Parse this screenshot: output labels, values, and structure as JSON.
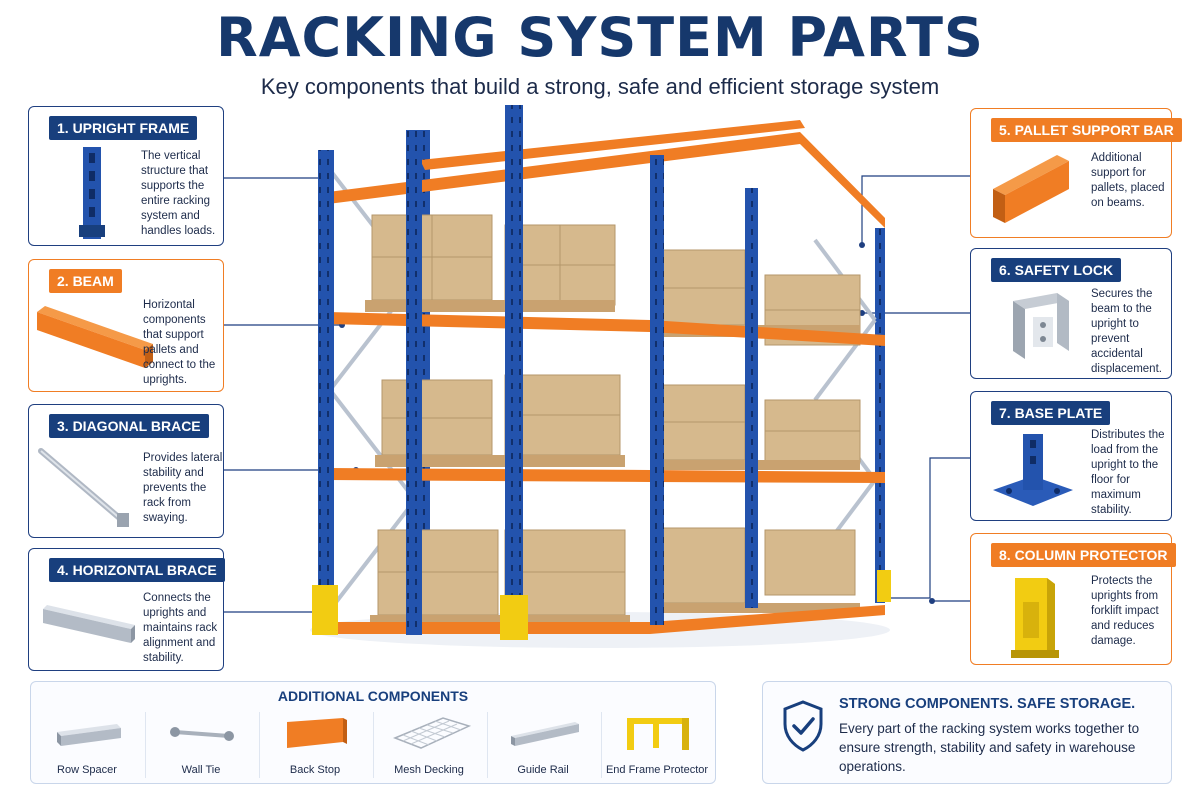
{
  "header": {
    "title": "RACKING SYSTEM PARTS",
    "subtitle": "Key components that build a strong, safe and efficient storage system"
  },
  "parts": [
    {
      "label": "1. UPRIGHT FRAME",
      "desc": "The vertical structure that supports the entire racking system and handles loads.",
      "icon": "upright-frame-icon"
    },
    {
      "label": "2. BEAM",
      "desc": "Horizontal components that support pallets and connect to the uprights.",
      "icon": "beam-icon"
    },
    {
      "label": "3. DIAGONAL BRACE",
      "desc": "Provides lateral stability and prevents the rack from swaying.",
      "icon": "diagonal-brace-icon"
    },
    {
      "label": "4. HORIZONTAL BRACE",
      "desc": "Connects the uprights and maintains rack alignment and stability.",
      "icon": "horizontal-brace-icon"
    },
    {
      "label": "5. PALLET SUPPORT BAR",
      "desc": "Additional support for pallets, placed on beams.",
      "icon": "pallet-support-bar-icon"
    },
    {
      "label": "6. SAFETY LOCK",
      "desc": "Secures the beam to the upright to prevent accidental displacement.",
      "icon": "safety-lock-icon"
    },
    {
      "label": "7. BASE PLATE",
      "desc": "Distributes the load from the upright to the floor for maximum stability.",
      "icon": "base-plate-icon"
    },
    {
      "label": "8. COLUMN PROTECTOR",
      "desc": "Protects the uprights from forklift impact and reduces damage.",
      "icon": "column-protector-icon"
    }
  ],
  "additional": {
    "title": "ADDITIONAL COMPONENTS",
    "items": [
      {
        "label": "Row Spacer",
        "icon": "row-spacer-icon"
      },
      {
        "label": "Wall Tie",
        "icon": "wall-tie-icon"
      },
      {
        "label": "Back Stop",
        "icon": "back-stop-icon"
      },
      {
        "label": "Mesh Decking",
        "icon": "mesh-decking-icon"
      },
      {
        "label": "Guide Rail",
        "icon": "guide-rail-icon"
      },
      {
        "label": "End Frame Protector",
        "icon": "end-frame-protector-icon"
      }
    ]
  },
  "summary": {
    "title": "STRONG COMPONENTS. SAFE STORAGE.",
    "text": "Every part of the racking system works together to ensure strength, stability and safety in warehouse operations.",
    "icon": "shield-check-icon"
  },
  "colors": {
    "navy": "#183f7d",
    "orange": "#f07d24",
    "blue_upright": "#1f4fa8",
    "yellow": "#f2cc12",
    "cardboard": "#d6b98d"
  }
}
